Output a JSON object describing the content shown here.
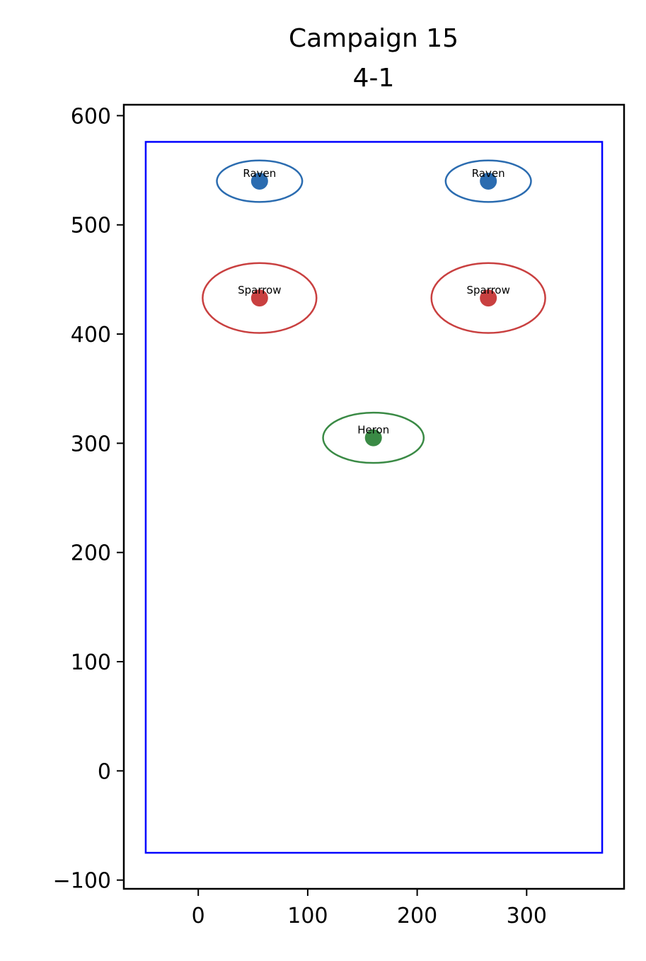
{
  "chart_data": {
    "type": "scatter",
    "title": "Campaign 15",
    "subtitle": "4-1",
    "xlabel": "",
    "ylabel": "",
    "xlim": [
      -68,
      389
    ],
    "ylim": [
      -108,
      610
    ],
    "xticks": [
      0,
      100,
      200,
      300
    ],
    "xtick_labels": [
      "0",
      "100",
      "200",
      "300"
    ],
    "yticks": [
      -100,
      0,
      100,
      200,
      300,
      400,
      500,
      600
    ],
    "ytick_labels": [
      "−100",
      "0",
      "100",
      "200",
      "300",
      "400",
      "500",
      "600"
    ],
    "grid": false,
    "legend": "none",
    "boundary": {
      "x0": -48,
      "x1": 369,
      "y0": -75,
      "y1": 576,
      "color": "#0000ff"
    },
    "points": [
      {
        "label": "Raven",
        "x": 56,
        "y": 540,
        "rx": 39,
        "ry": 19,
        "color": "#2b6cb0"
      },
      {
        "label": "Raven",
        "x": 265,
        "y": 540,
        "rx": 39,
        "ry": 19,
        "color": "#2b6cb0"
      },
      {
        "label": "Sparrow",
        "x": 56,
        "y": 433,
        "rx": 52,
        "ry": 32,
        "color": "#c94040"
      },
      {
        "label": "Sparrow",
        "x": 265,
        "y": 433,
        "rx": 52,
        "ry": 32,
        "color": "#c94040"
      },
      {
        "label": "Heron",
        "x": 160,
        "y": 305,
        "rx": 46,
        "ry": 23,
        "color": "#3a8a45"
      }
    ]
  }
}
